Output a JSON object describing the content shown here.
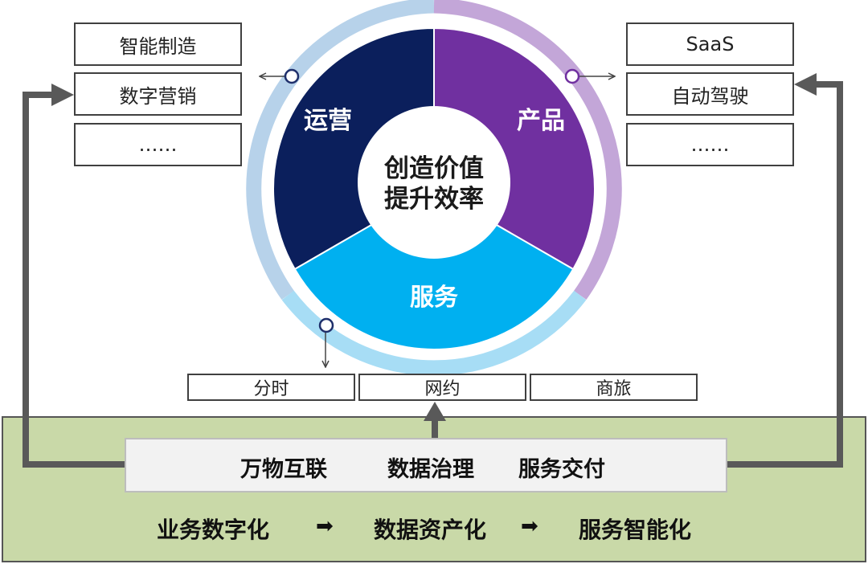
{
  "wheel": {
    "center_line1": "创造价值",
    "center_line2": "提升效率",
    "segments": [
      {
        "label": "运营",
        "color": "#0b1f5c"
      },
      {
        "label": "产品",
        "color": "#7030a0"
      },
      {
        "label": "服务",
        "color": "#00b0f0"
      }
    ],
    "ring_colors": [
      "#b7d2ea",
      "#c3a6d8",
      "#a7ddf5"
    ]
  },
  "left_boxes": [
    "智能制造",
    "数字营销",
    "……"
  ],
  "right_boxes": [
    "SaaS",
    "自动驾驶",
    "……"
  ],
  "service_boxes": [
    "分时",
    "网约",
    "商旅"
  ],
  "platform": {
    "items": [
      "万物互联",
      "数据治理",
      "服务交付"
    ]
  },
  "flow": {
    "steps": [
      "业务数字化",
      "数据资产化",
      "服务智能化"
    ],
    "arrow": "➡"
  },
  "colors": {
    "foundation": "#c9d9a8",
    "connector": "#595959"
  }
}
